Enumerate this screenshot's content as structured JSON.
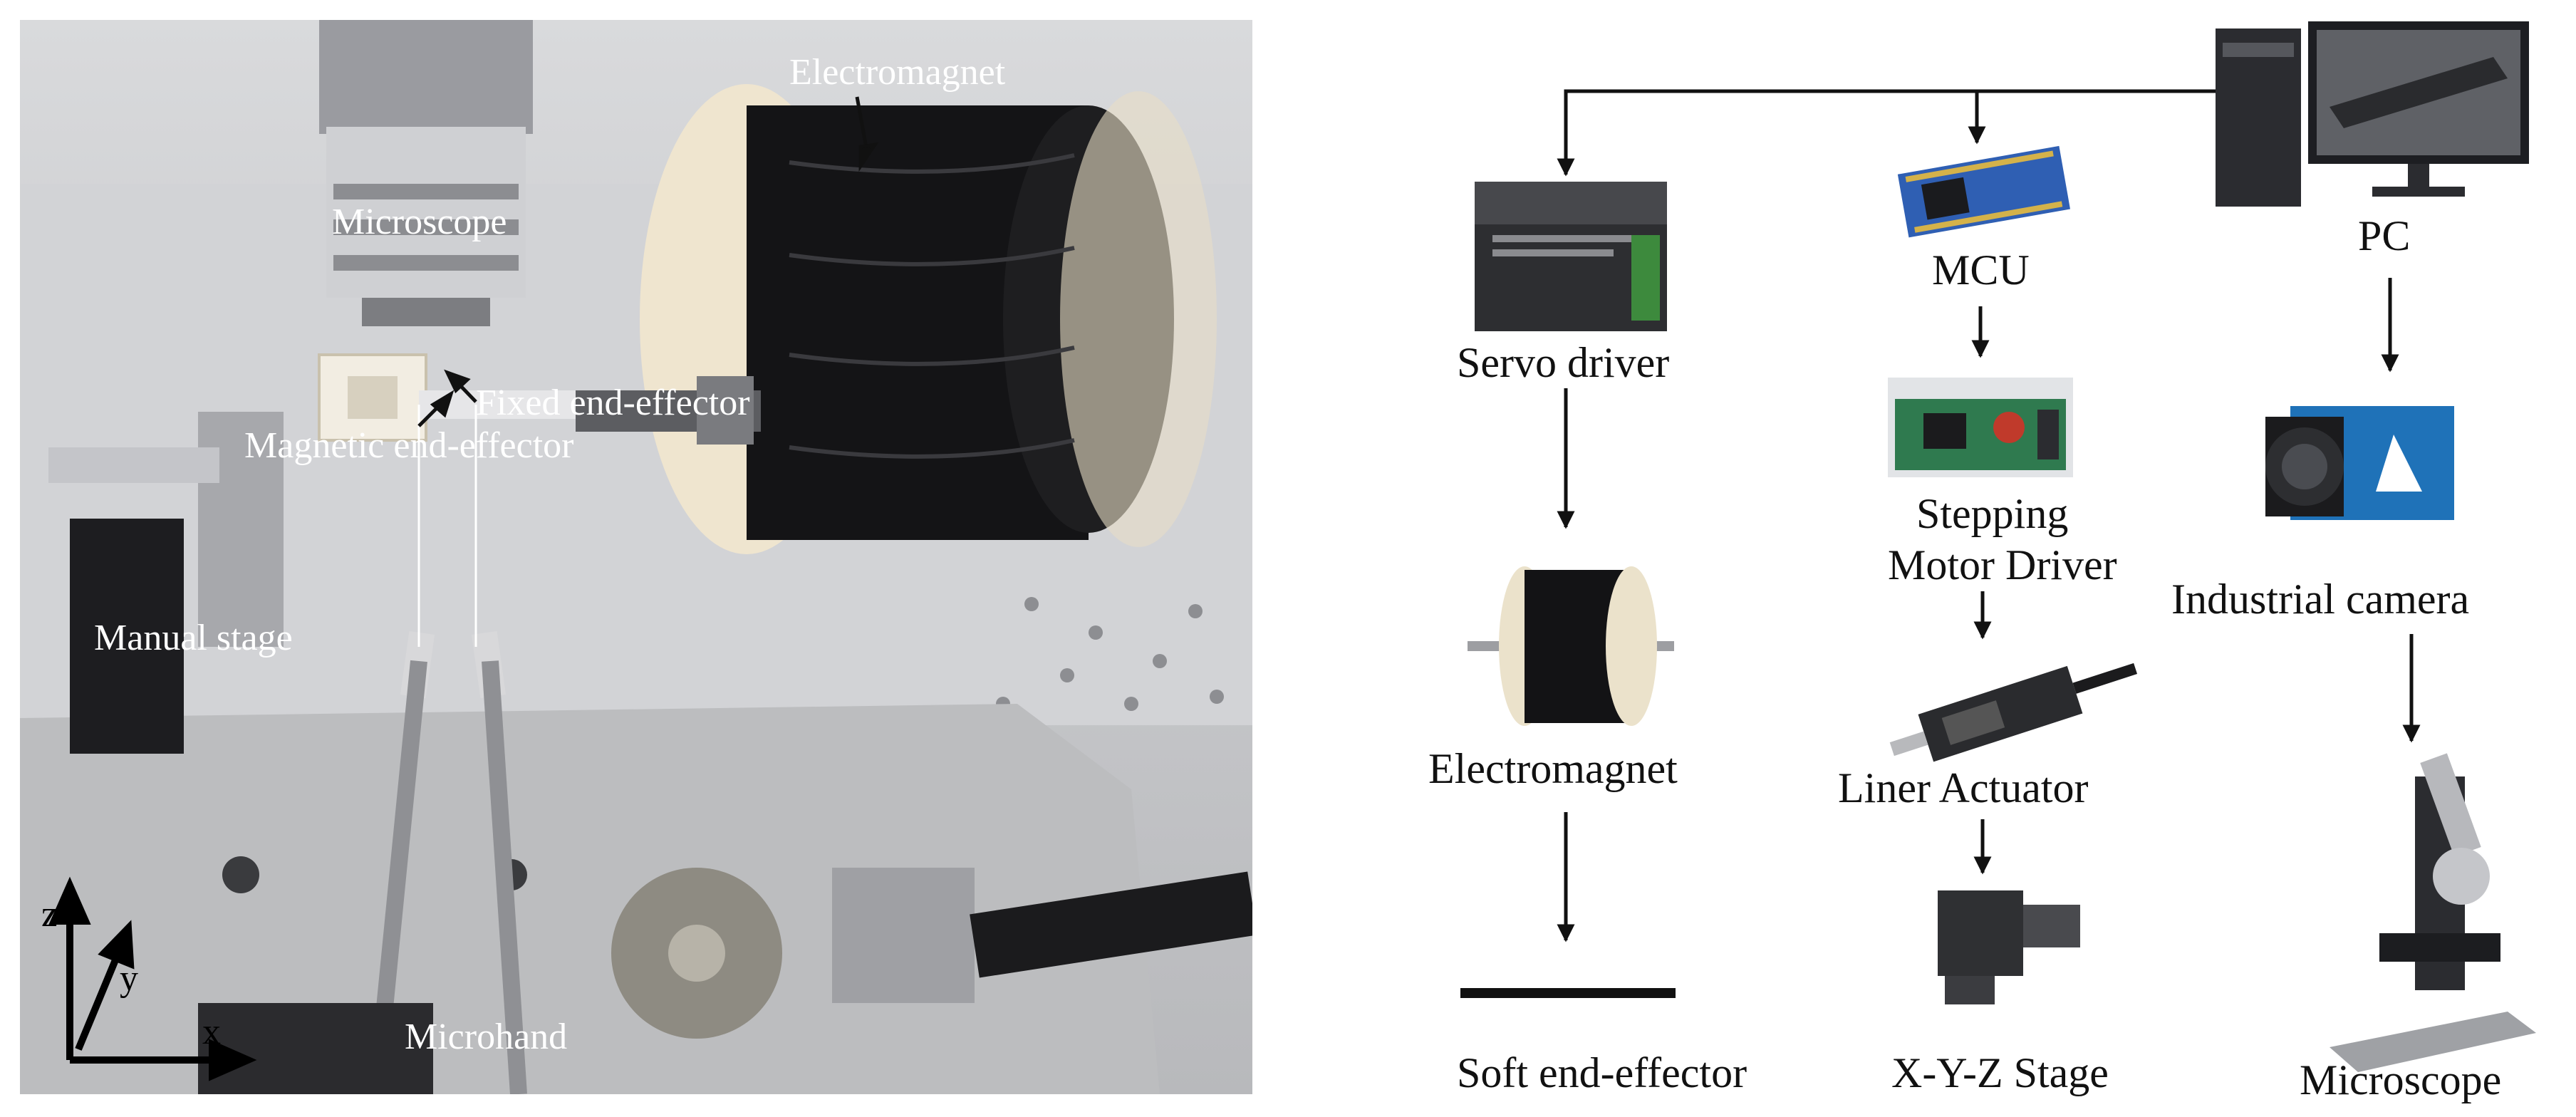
{
  "photo": {
    "labels": {
      "electromagnet": "Electromagnet",
      "microscope": "Microscope",
      "fixed_end_effector": "Fixed end-effector",
      "magnetic_end_effector": "Magnetic end-effector",
      "manual_stage": "Manual stage",
      "microhand": "Microhand"
    },
    "axes": {
      "z": "z",
      "y": "y",
      "x": "x"
    }
  },
  "diagram": {
    "nodes": {
      "pc": "PC",
      "mcu": "MCU",
      "servo_driver": "Servo driver",
      "stepping_motor_driver_line1": "Stepping",
      "stepping_motor_driver_line2": "Motor Driver",
      "industrial_camera": "Industrial camera",
      "electromagnet": "Electromagnet",
      "liner_actuator": "Liner Actuator",
      "microscope": "Microscope",
      "soft_end_effector": "Soft end-effector",
      "xyz_stage": "X-Y-Z Stage"
    }
  }
}
